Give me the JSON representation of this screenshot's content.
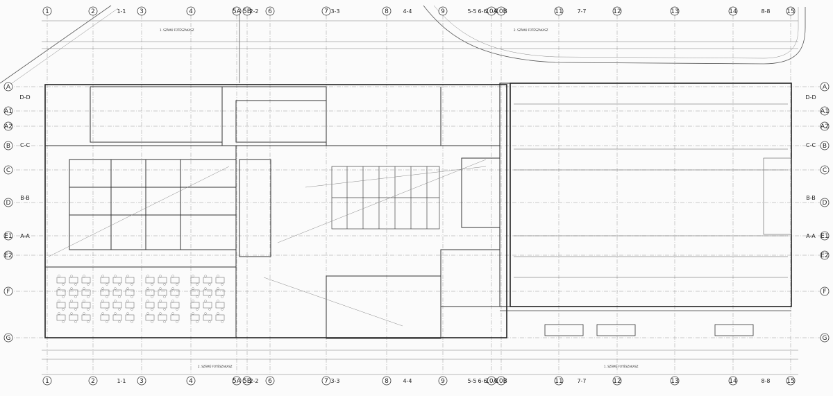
{
  "column_axes": [
    "1",
    "2",
    "3",
    "4",
    "5A",
    "5B",
    "6",
    "7",
    "8",
    "9",
    "10A",
    "10B",
    "11",
    "12",
    "13",
    "14",
    "15"
  ],
  "row_axes_left": [
    "A",
    "A1",
    "A2",
    "B",
    "C",
    "D",
    "E1",
    "E2",
    "F",
    "G"
  ],
  "row_axes_right": [
    "A",
    "A1",
    "A2",
    "B",
    "C",
    "D",
    "E1",
    "E2",
    "F",
    "G"
  ],
  "section_marks_top": [
    "1-1",
    "2-2",
    "3-3",
    "4-4",
    "5-5",
    "6-6",
    "7-7",
    "8-8"
  ],
  "section_marks_bottom": [
    "1-1",
    "2-2",
    "3-3",
    "4-4",
    "5-5",
    "6-6",
    "7-7",
    "8-8"
  ],
  "section_marks_left": [
    "D-D",
    "C-C",
    "B-B",
    "A-A"
  ],
  "section_marks_right": [
    "D-D",
    "C-C",
    "B-B",
    "A-A"
  ],
  "road_labels": {
    "top_left": "1. SZÁMÚ FŰTÉSZAKASZ",
    "top_right": "2. SZÁMÚ FŰTÉSZAKASZ",
    "bottom_left": "2. SZÁMÚ FŰTÉSZAKASZ",
    "bottom_right": "1. SZÁMÚ FŰTÉSZAKASZ"
  },
  "colors": {
    "line": "#2b2b2b",
    "thin": "#8a8a8a",
    "background": "#fbfbfb"
  }
}
